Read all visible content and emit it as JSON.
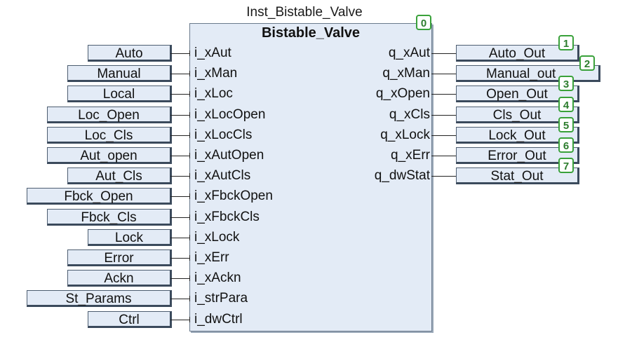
{
  "block": {
    "instance_name": "Inst_Bistable_Valve",
    "type_name": "Bistable_Valve",
    "order": "0"
  },
  "inputs": [
    {
      "var": "Auto",
      "pin": "i_xAut"
    },
    {
      "var": "Manual",
      "pin": "i_xMan"
    },
    {
      "var": "Local",
      "pin": "i_xLoc"
    },
    {
      "var": "Loc_Open",
      "pin": "i_xLocOpen"
    },
    {
      "var": "Loc_Cls",
      "pin": "i_xLocCls"
    },
    {
      "var": "Aut_open",
      "pin": "i_xAutOpen"
    },
    {
      "var": "Aut_Cls",
      "pin": "i_xAutCls"
    },
    {
      "var": "Fbck_Open",
      "pin": "i_xFbckOpen"
    },
    {
      "var": "Fbck_Cls",
      "pin": "i_xFbckCls"
    },
    {
      "var": "Lock",
      "pin": "i_xLock"
    },
    {
      "var": "Error",
      "pin": "i_xErr"
    },
    {
      "var": "Ackn",
      "pin": "i_xAckn"
    },
    {
      "var": "St_Params",
      "pin": "i_strPara"
    },
    {
      "var": "Ctrl",
      "pin": "i_dwCtrl"
    }
  ],
  "outputs": [
    {
      "pin": "q_xAut",
      "var": "Auto_Out",
      "order": "1"
    },
    {
      "pin": "q_xMan",
      "var": "Manual_out",
      "order": "2"
    },
    {
      "pin": "q_xOpen",
      "var": "Open_Out",
      "order": "3"
    },
    {
      "pin": "q_xCls",
      "var": "Cls_Out",
      "order": "4"
    },
    {
      "pin": "q_xLock",
      "var": "Lock_Out",
      "order": "5"
    },
    {
      "pin": "q_xErr",
      "var": "Error_Out",
      "order": "6"
    },
    {
      "pin": "q_dwStat",
      "var": "Stat_Out",
      "order": "7"
    }
  ]
}
